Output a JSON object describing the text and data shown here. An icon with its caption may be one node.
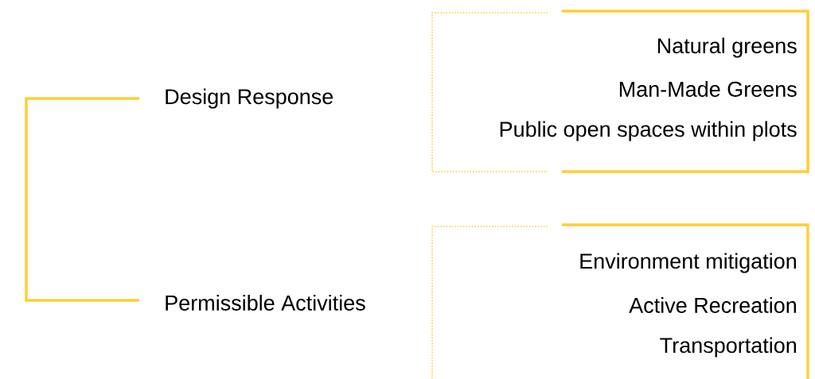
{
  "diagram": {
    "nodes": [
      {
        "text": [
          "Design Response"
        ]
      },
      {
        "text": [
          "Natural greens",
          "Man-Made Greens",
          "Public open spaces within plots"
        ]
      },
      {
        "text": [
          "Permissible Activities"
        ]
      },
      {
        "text": [
          "Environment mitigation",
          "Active Recreation",
          "Transportation"
        ]
      }
    ]
  }
}
